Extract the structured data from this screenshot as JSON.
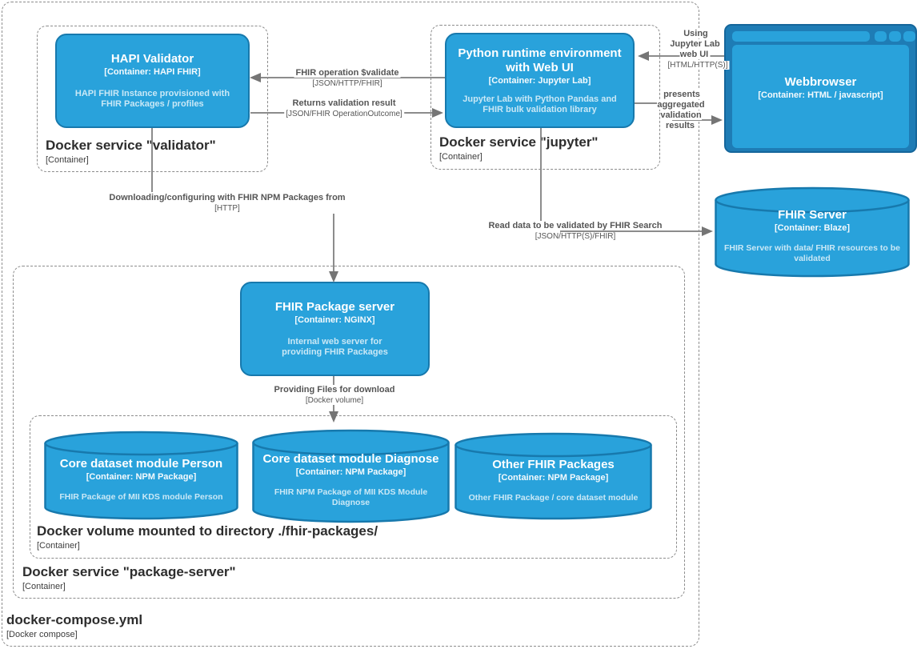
{
  "groups": {
    "compose": {
      "label": "docker-compose.yml",
      "sub": "[Docker compose]"
    },
    "validator": {
      "label": "Docker service \"validator\"",
      "sub": "[Container]"
    },
    "jupyter": {
      "label": "Docker service \"jupyter\"",
      "sub": "[Container]"
    },
    "package_server": {
      "label": "Docker service \"package-server\"",
      "sub": "[Container]"
    },
    "volume": {
      "label": "Docker volume mounted to directory ./fhir-packages/",
      "sub": "[Container]"
    }
  },
  "nodes": {
    "hapi": {
      "title": "HAPI Validator",
      "sub": "[Container: HAPI FHIR]",
      "desc": "HAPI FHIR Instance provisioned with FHIR Packages / profiles"
    },
    "python": {
      "title": "Python runtime environment with Web UI",
      "sub": "[Container: Jupyter Lab]",
      "desc": "Jupyter Lab with Python Pandas and FHIR bulk validation library"
    },
    "webbrowser": {
      "title": "Webbrowser",
      "sub": "[Container: HTML / javascript]"
    },
    "fhir_server": {
      "title": "FHIR Server",
      "sub": "[Container: Blaze]",
      "desc": "FHIR Server with data/ FHIR resources to be validated"
    },
    "package_server": {
      "title": "FHIR Package server",
      "sub": "[Container: NGINX]",
      "desc": "Internal web server for providing FHIR Packages"
    },
    "person": {
      "title": "Core dataset module Person",
      "sub": "[Container: NPM Package]",
      "desc": "FHIR Package of MII KDS module Person"
    },
    "diagnose": {
      "title": "Core dataset module Diagnose",
      "sub": "[Container: NPM Package]",
      "desc": "FHIR NPM Package of MII KDS Module Diagnose"
    },
    "other": {
      "title": "Other FHIR Packages",
      "sub": "[Container: NPM Package]",
      "desc": "Other FHIR Package / core dataset module"
    }
  },
  "edges": {
    "validate": {
      "label": "FHIR operation $validate",
      "tech": "[JSON/HTTP/FHIR]"
    },
    "returns": {
      "label": "Returns validation result",
      "tech": "[JSON/FHIR OperationOutcome]"
    },
    "using": {
      "label": "Using Jupyter Lab web UI",
      "tech": "[HTML/HTTP(S)]"
    },
    "presents": {
      "label": "presents aggregated validation results"
    },
    "download": {
      "label": "Downloading/configuring with FHIR NPM Packages from",
      "tech": "[HTTP]"
    },
    "provide": {
      "label": "Providing Files for download",
      "tech": "[Docker volume]"
    },
    "read": {
      "label": "Read data to be validated by FHIR Search",
      "tech": "[JSON/HTTP(S)/FHIR]"
    }
  },
  "colors": {
    "node_fill": "#29A2DB",
    "node_border": "#1779AD",
    "browser_frame": "#1E7CB5",
    "dashed_border": "#8C8C8C",
    "edge_line": "#8C8C8C",
    "arrowhead": "#757575",
    "edge_text": "#555555",
    "group_text": "#2D2D2D"
  }
}
